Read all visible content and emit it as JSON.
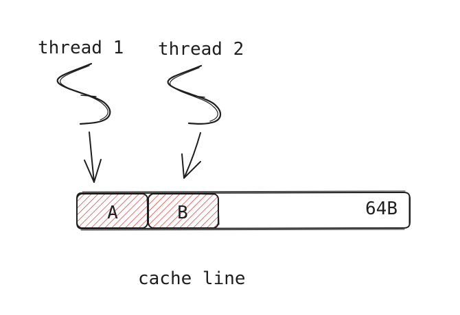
{
  "threads": [
    {
      "label": "thread 1"
    },
    {
      "label": "thread 2"
    }
  ],
  "cache_line": {
    "caption": "cache line",
    "size_label": "64B",
    "slots": [
      {
        "label": "A"
      },
      {
        "label": "B"
      }
    ]
  },
  "colors": {
    "ink": "#1e1e1e",
    "hatch": "#e03131",
    "background": "#ffffff"
  }
}
